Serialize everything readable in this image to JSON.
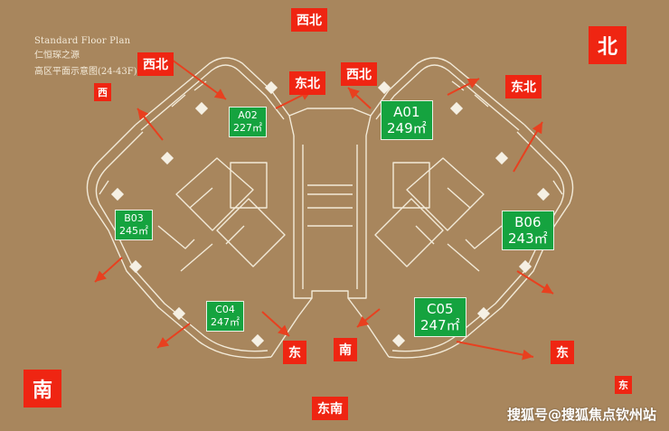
{
  "title": {
    "en": "Standard Floor Plan",
    "line1": "仁恒琛之源",
    "line2": "高区平面示意图(24-43F)"
  },
  "units": [
    {
      "key": "a02",
      "code": "A02",
      "area": "227㎡"
    },
    {
      "key": "a01",
      "code": "A01",
      "area": "249㎡"
    },
    {
      "key": "b03",
      "code": "B03",
      "area": "245㎡"
    },
    {
      "key": "b06",
      "code": "B06",
      "area": "243㎡"
    },
    {
      "key": "c04",
      "code": "C04",
      "area": "247㎡"
    },
    {
      "key": "c05",
      "code": "C05",
      "area": "247㎡"
    }
  ],
  "directions": {
    "north_corner": "北",
    "south_corner": "南",
    "northwest_top": "西北",
    "northwest_left": "西北",
    "northwest_center": "西北",
    "west_small": "西",
    "northeast_center": "东北",
    "northeast_right": "东北",
    "east_bottom_left": "东",
    "south_bottom": "南",
    "east_bottom_right": "东",
    "east_small": "东",
    "southeast_bottom": "东南"
  },
  "colors": {
    "background": "#a8865d",
    "wall": "#f2ead8",
    "tag": "#ef2512",
    "unit": "#15a33f"
  },
  "watermark": "搜狐号@搜狐焦点钦州站"
}
